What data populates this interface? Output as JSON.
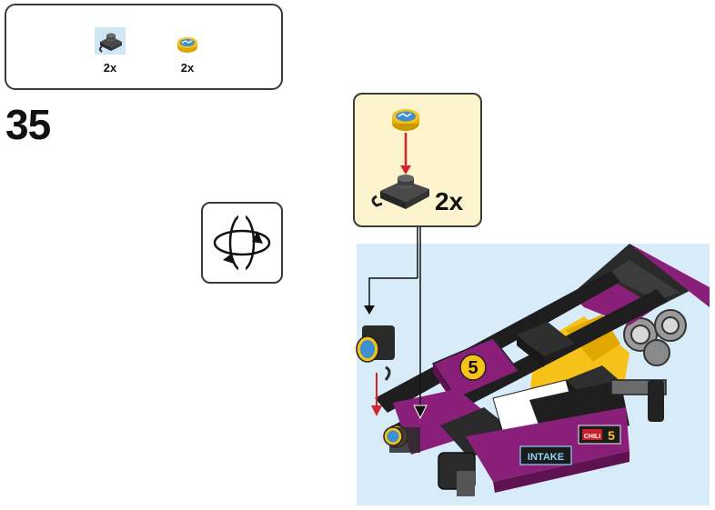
{
  "parts_list": {
    "items": [
      {
        "icon": "plate-1x1-with-clip-icon",
        "quantity": "2x"
      },
      {
        "icon": "round-tile-printed-icon",
        "quantity": "2x"
      }
    ]
  },
  "step": {
    "number": "35"
  },
  "rotate": {
    "icon": "rotate-model-icon"
  },
  "subassembly": {
    "quantity": "2x"
  },
  "model": {
    "number_tile": "5",
    "sticker_left": "INTAKE",
    "sticker_right_text": "CHILI",
    "sticker_right_number": "5"
  },
  "colors": {
    "callout_bg": "#fdf3cd",
    "scene_bg": "#d7ebf8",
    "magenta": "#8a1f7a",
    "yellow": "#f6c21a",
    "arrow_red": "#d6242a"
  }
}
